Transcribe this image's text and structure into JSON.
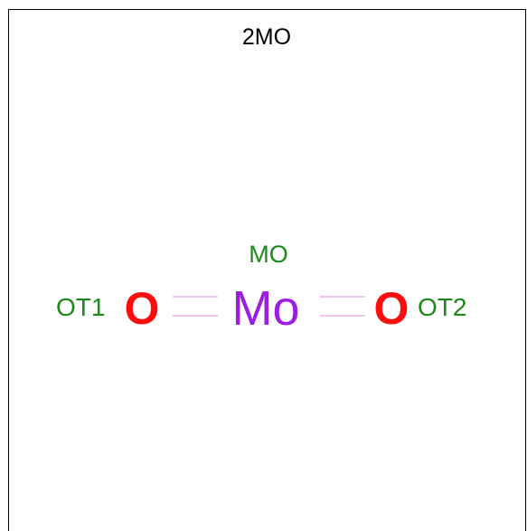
{
  "title": "2MO",
  "atoms": {
    "center": {
      "name": "MO",
      "symbol": "Mo",
      "color": "#9a1fe0",
      "name_color": "#1a8a1a"
    },
    "left": {
      "name": "OT1",
      "symbol": "O",
      "color": "#ff0d0d",
      "name_color": "#1a8a1a"
    },
    "right": {
      "name": "OT2",
      "symbol": "O",
      "color": "#ff0d0d",
      "name_color": "#1a8a1a"
    }
  },
  "bonds": [
    {
      "from": "left",
      "to": "center",
      "order": 2,
      "color": "#e8b4e8"
    },
    {
      "from": "center",
      "to": "right",
      "order": 2,
      "color": "#e8b4e8"
    }
  ]
}
